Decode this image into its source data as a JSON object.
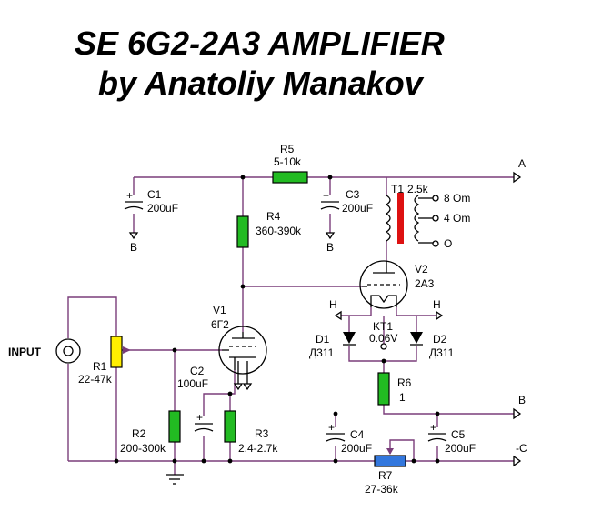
{
  "title": {
    "line1": "SE 6G2-2A3 AMPLIFIER",
    "line2": "by Anatoliy Manakov"
  },
  "colors": {
    "wire": "#7a3d7a",
    "resistor_green": "#22bb22",
    "resistor_yellow": "#ffee00",
    "resistor_blue": "#3377dd",
    "transformer_core": "#dd1111",
    "diode_fill": "#000000"
  },
  "labels": {
    "input": "INPUT",
    "r1": {
      "name": "R1",
      "value": "22-47k"
    },
    "r2": {
      "name": "R2",
      "value": "200-300k"
    },
    "r3": {
      "name": "R3",
      "value": "2.4-2.7k"
    },
    "r4": {
      "name": "R4",
      "value": "360-390k"
    },
    "r5": {
      "name": "R5",
      "value": "5-10k"
    },
    "r6": {
      "name": "R6",
      "value": "1"
    },
    "r7": {
      "name": "R7",
      "value": "27-36k"
    },
    "c1": {
      "name": "C1",
      "value": "200uF"
    },
    "c2": {
      "name": "C2",
      "value": "100uF"
    },
    "c3": {
      "name": "C3",
      "value": "200uF"
    },
    "c4": {
      "name": "C4",
      "value": "200uF"
    },
    "c5": {
      "name": "C5",
      "value": "200uF"
    },
    "v1": {
      "name": "V1",
      "value": "6Г2"
    },
    "v2": {
      "name": "V2",
      "value": "2A3"
    },
    "d1": {
      "name": "D1",
      "value": "Д311"
    },
    "d2": {
      "name": "D2",
      "value": "Д311"
    },
    "kt1": {
      "name": "KT1",
      "value": "0.06V"
    },
    "t1": {
      "name": "T1",
      "value": "2.5k"
    },
    "out8": "8 Om",
    "out4": "4 Om",
    "out0": "O",
    "node_a": "A",
    "node_b": "B",
    "node_c": "-C",
    "gnd_b1": "B",
    "gnd_b2": "B",
    "h_left": "H",
    "h_right": "H",
    "plus": "+"
  }
}
